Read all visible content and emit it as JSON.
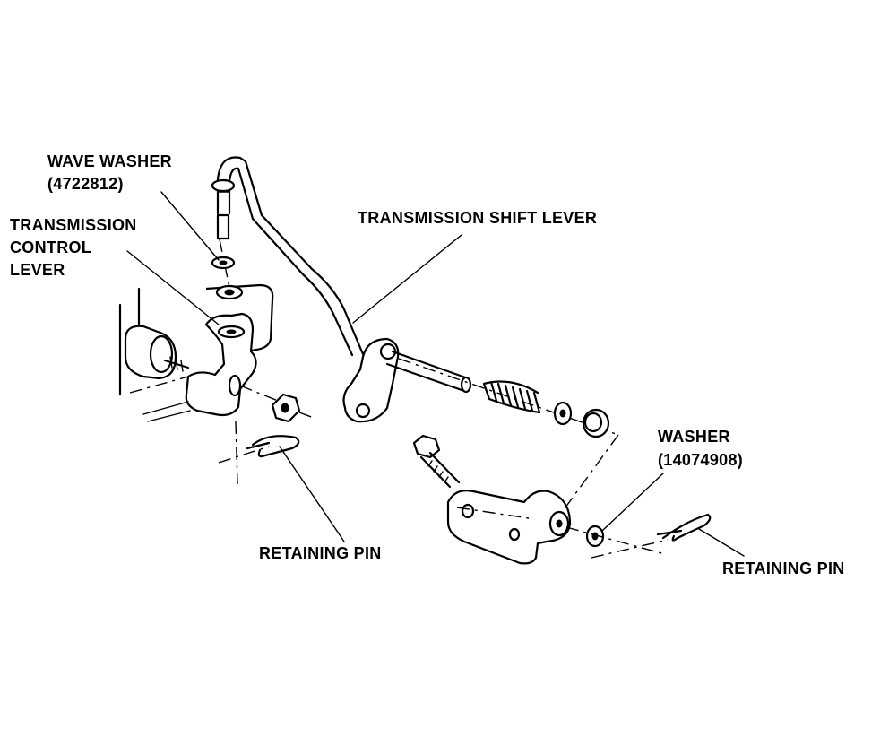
{
  "labels": {
    "wave_washer": {
      "name": "WAVE WASHER",
      "part": "(4722812)"
    },
    "transmission_control_lever": [
      "TRANSMISSION",
      "CONTROL",
      "LEVER"
    ],
    "transmission_shift_lever": "TRANSMISSION SHIFT LEVER",
    "washer": {
      "name": "WASHER",
      "part": "(14074908)"
    },
    "retaining_pin_left": "RETAINING PIN",
    "retaining_pin_right": "RETAINING PIN"
  }
}
